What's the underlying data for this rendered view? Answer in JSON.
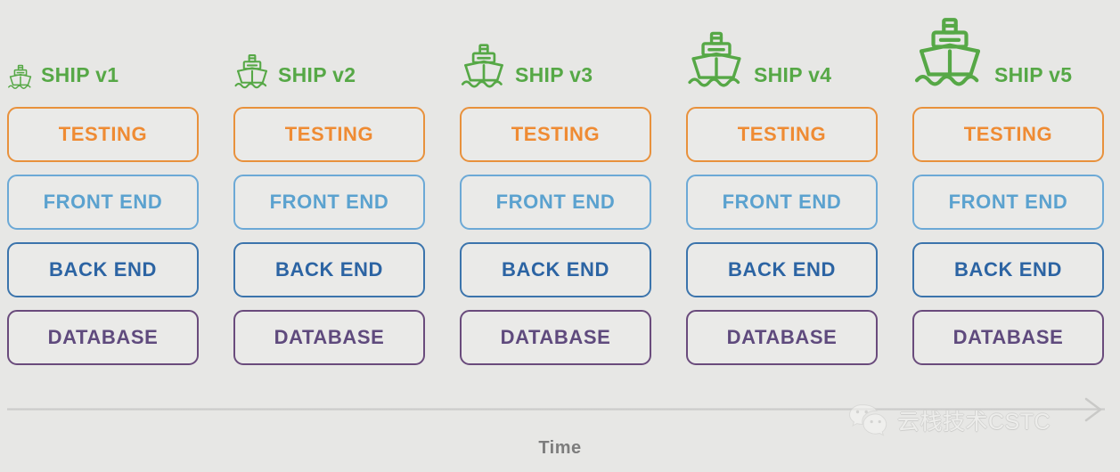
{
  "background_color": "#e7e7e5",
  "palette": {
    "ship_green": "#56a846",
    "testing_orange": "#ef8b33",
    "frontend_blue": "#5ba2cf",
    "backend_blue": "#2c64a3",
    "database_purple": "#5f4a7d",
    "axis_gray": "#c8c8c6",
    "time_label_gray": "#7d7d7d"
  },
  "columns": [
    {
      "ship": {
        "label": "SHIP v1",
        "icon": "ship-icon",
        "size": 30
      },
      "stages": [
        {
          "label": "TESTING",
          "name": "testing"
        },
        {
          "label": "FRONT END",
          "name": "frontend"
        },
        {
          "label": "BACK END",
          "name": "backend"
        },
        {
          "label": "DATABASE",
          "name": "database"
        }
      ]
    },
    {
      "ship": {
        "label": "SHIP v2",
        "icon": "ship-icon",
        "size": 42
      },
      "stages": [
        {
          "label": "TESTING",
          "name": "testing"
        },
        {
          "label": "FRONT END",
          "name": "frontend"
        },
        {
          "label": "BACK END",
          "name": "backend"
        },
        {
          "label": "DATABASE",
          "name": "database"
        }
      ]
    },
    {
      "ship": {
        "label": "SHIP v3",
        "icon": "ship-icon",
        "size": 54
      },
      "stages": [
        {
          "label": "TESTING",
          "name": "testing"
        },
        {
          "label": "FRONT END",
          "name": "frontend"
        },
        {
          "label": "BACK END",
          "name": "backend"
        },
        {
          "label": "DATABASE",
          "name": "database"
        }
      ]
    },
    {
      "ship": {
        "label": "SHIP v4",
        "icon": "ship-icon",
        "size": 68
      },
      "stages": [
        {
          "label": "TESTING",
          "name": "testing"
        },
        {
          "label": "FRONT END",
          "name": "frontend"
        },
        {
          "label": "BACK END",
          "name": "backend"
        },
        {
          "label": "DATABASE",
          "name": "database"
        }
      ]
    },
    {
      "ship": {
        "label": "SHIP v5",
        "icon": "ship-icon",
        "size": 84
      },
      "stages": [
        {
          "label": "TESTING",
          "name": "testing"
        },
        {
          "label": "FRONT END",
          "name": "frontend"
        },
        {
          "label": "BACK END",
          "name": "backend"
        },
        {
          "label": "DATABASE",
          "name": "database"
        }
      ]
    }
  ],
  "axis": {
    "label": "Time",
    "arrow_icon": "arrow-right-icon"
  },
  "watermark": {
    "icon": "wechat-icon",
    "text": "云栈技术CSTC"
  }
}
